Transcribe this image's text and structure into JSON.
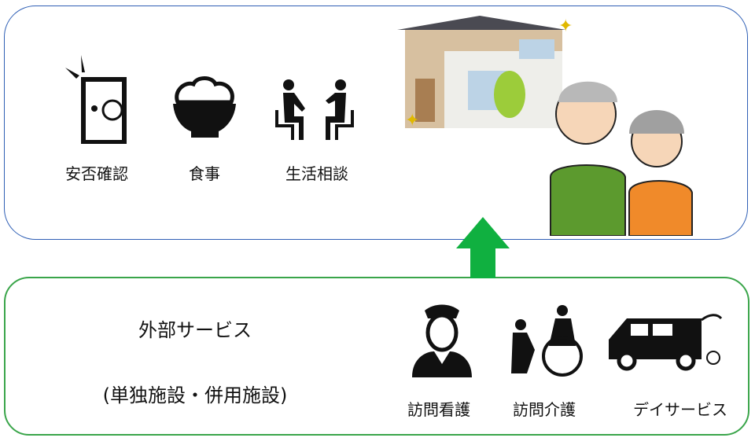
{
  "home_services": {
    "items": [
      {
        "label": "安否確認",
        "icon": "door-knock-icon"
      },
      {
        "label": "食事",
        "icon": "rice-bowl-icon"
      },
      {
        "label": "生活相談",
        "icon": "consultation-icon"
      }
    ]
  },
  "external_services": {
    "title": "外部サービス",
    "subtitle": "(単独施設・併用施設)",
    "items": [
      {
        "label": "訪問看護",
        "icon": "nurse-icon"
      },
      {
        "label": "訪問介護",
        "icon": "wheelchair-care-icon"
      },
      {
        "label": "デイサービス",
        "icon": "van-icon"
      }
    ]
  },
  "colors": {
    "top_border": "#2f5fb5",
    "bottom_border": "#3aa54a",
    "arrow": "#10b040"
  }
}
